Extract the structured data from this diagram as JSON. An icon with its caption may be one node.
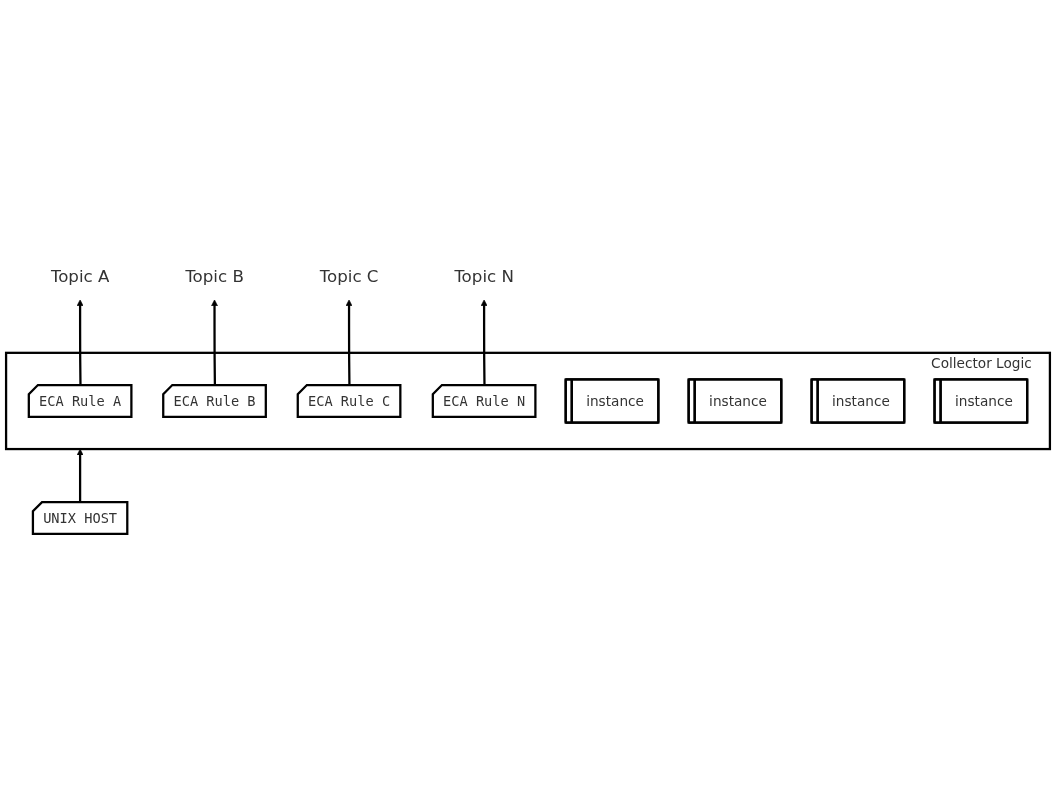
{
  "diagram": {
    "nodes": [
      {
        "text": [
          "Topic A"
        ]
      },
      {
        "text": [
          "Topic B"
        ]
      },
      {
        "text": [
          "Topic C"
        ]
      },
      {
        "text": [
          "Topic N"
        ]
      },
      {
        "text": [
          "Collector Logic"
        ]
      },
      {
        "text": [
          "ECA Rule A"
        ],
        "in": 4
      },
      {
        "text": [
          "ECA Rule B"
        ],
        "in": 4
      },
      {
        "text": [
          "ECA Rule C"
        ],
        "in": 4
      },
      {
        "text": [
          "ECA Rule N"
        ],
        "in": 4
      },
      {
        "text": [
          "instance"
        ],
        "in": 4
      },
      {
        "text": [
          "instance"
        ],
        "in": 4
      },
      {
        "text": [
          "instance"
        ],
        "in": 4
      },
      {
        "text": [
          "instance"
        ],
        "in": 4
      },
      {
        "text": [
          "UNIX HOST"
        ]
      }
    ],
    "edges": [
      {
        "from": 5,
        "to": 0,
        "arrow": "to"
      },
      {
        "from": 6,
        "to": 1,
        "arrow": "to"
      },
      {
        "from": 7,
        "to": 2,
        "arrow": "to"
      },
      {
        "from": 8,
        "to": 3,
        "arrow": "to"
      },
      {
        "from": 13,
        "to": 4,
        "arrow": "to"
      }
    ]
  }
}
